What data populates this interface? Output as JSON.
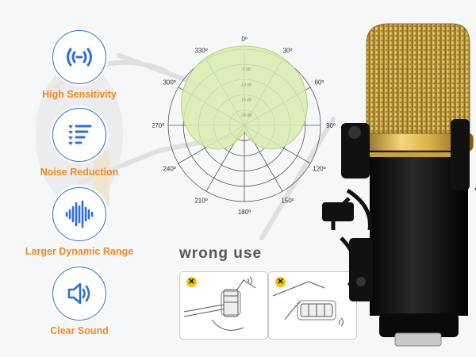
{
  "features": [
    {
      "label": "High Sensitivity",
      "icon": "sensitivity-icon"
    },
    {
      "label": "Noise Reduction",
      "icon": "noise-reduction-icon"
    },
    {
      "label": "Larger Dynamic Range",
      "icon": "waveform-icon"
    },
    {
      "label": "Clear Sound",
      "icon": "speaker-icon"
    }
  ],
  "polar_pattern": {
    "angles": [
      "0º",
      "30º",
      "60º",
      "90º",
      "120º",
      "150º",
      "180º",
      "210º",
      "240º",
      "270º",
      "300º",
      "330º"
    ],
    "ring_labels": [
      "-5 dB",
      "-10 dB",
      "-15 dB",
      "-20 dB"
    ],
    "pattern": "cardioid"
  },
  "wrong_use": {
    "title": "wrong use",
    "panels": [
      {
        "badge": "✕",
        "name": "wrong-use-panel-1"
      },
      {
        "badge": "✕",
        "name": "wrong-use-panel-2"
      }
    ]
  },
  "colors": {
    "accent_blue": "#2f6fd6",
    "label_orange": "#f08a1c",
    "pattern_green": "#d8ecb0",
    "grille_gold": "#d9b24a"
  }
}
